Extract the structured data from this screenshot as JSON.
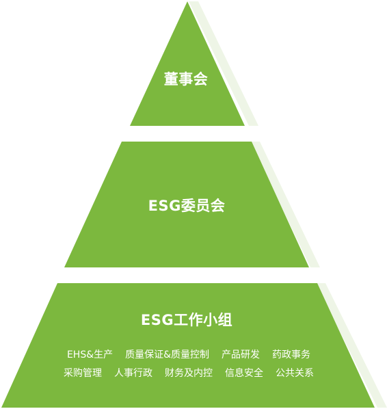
{
  "pyramid": {
    "levels": [
      {
        "title": "董事会"
      },
      {
        "title": "ESG委员会"
      },
      {
        "title": "ESG工作小组",
        "departments": [
          [
            "EHS&生产",
            "质量保证&质量控制",
            "产品研发",
            "药政事务"
          ],
          [
            "采购管理",
            "人事行政",
            "财务及内控",
            "信息安全",
            "公共关系"
          ]
        ]
      }
    ],
    "colors": {
      "face": "#7cb83e",
      "shadow": "#eef5e6",
      "text": "#ffffff"
    }
  }
}
